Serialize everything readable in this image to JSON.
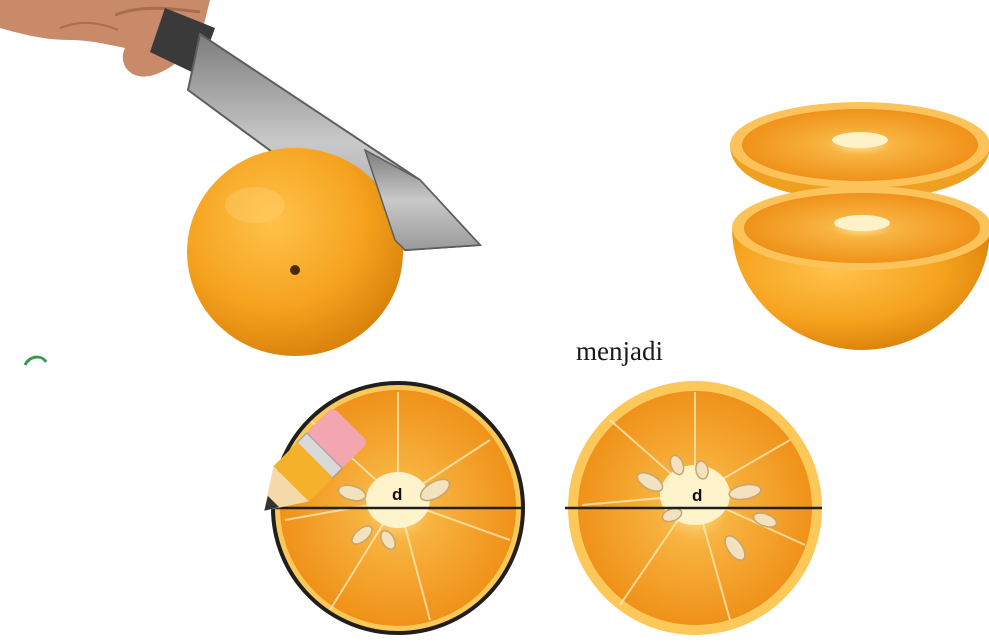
{
  "caption": "menjadi",
  "labels": {
    "diameter_left": "d",
    "diameter_right": "d"
  },
  "colors": {
    "peel": "#f5a623",
    "flesh": "#f39a1e",
    "pith": "#fff4cf",
    "outline": "#1f1f1f"
  },
  "icons": [
    "hand-icon",
    "knife-icon",
    "pencil-icon"
  ]
}
